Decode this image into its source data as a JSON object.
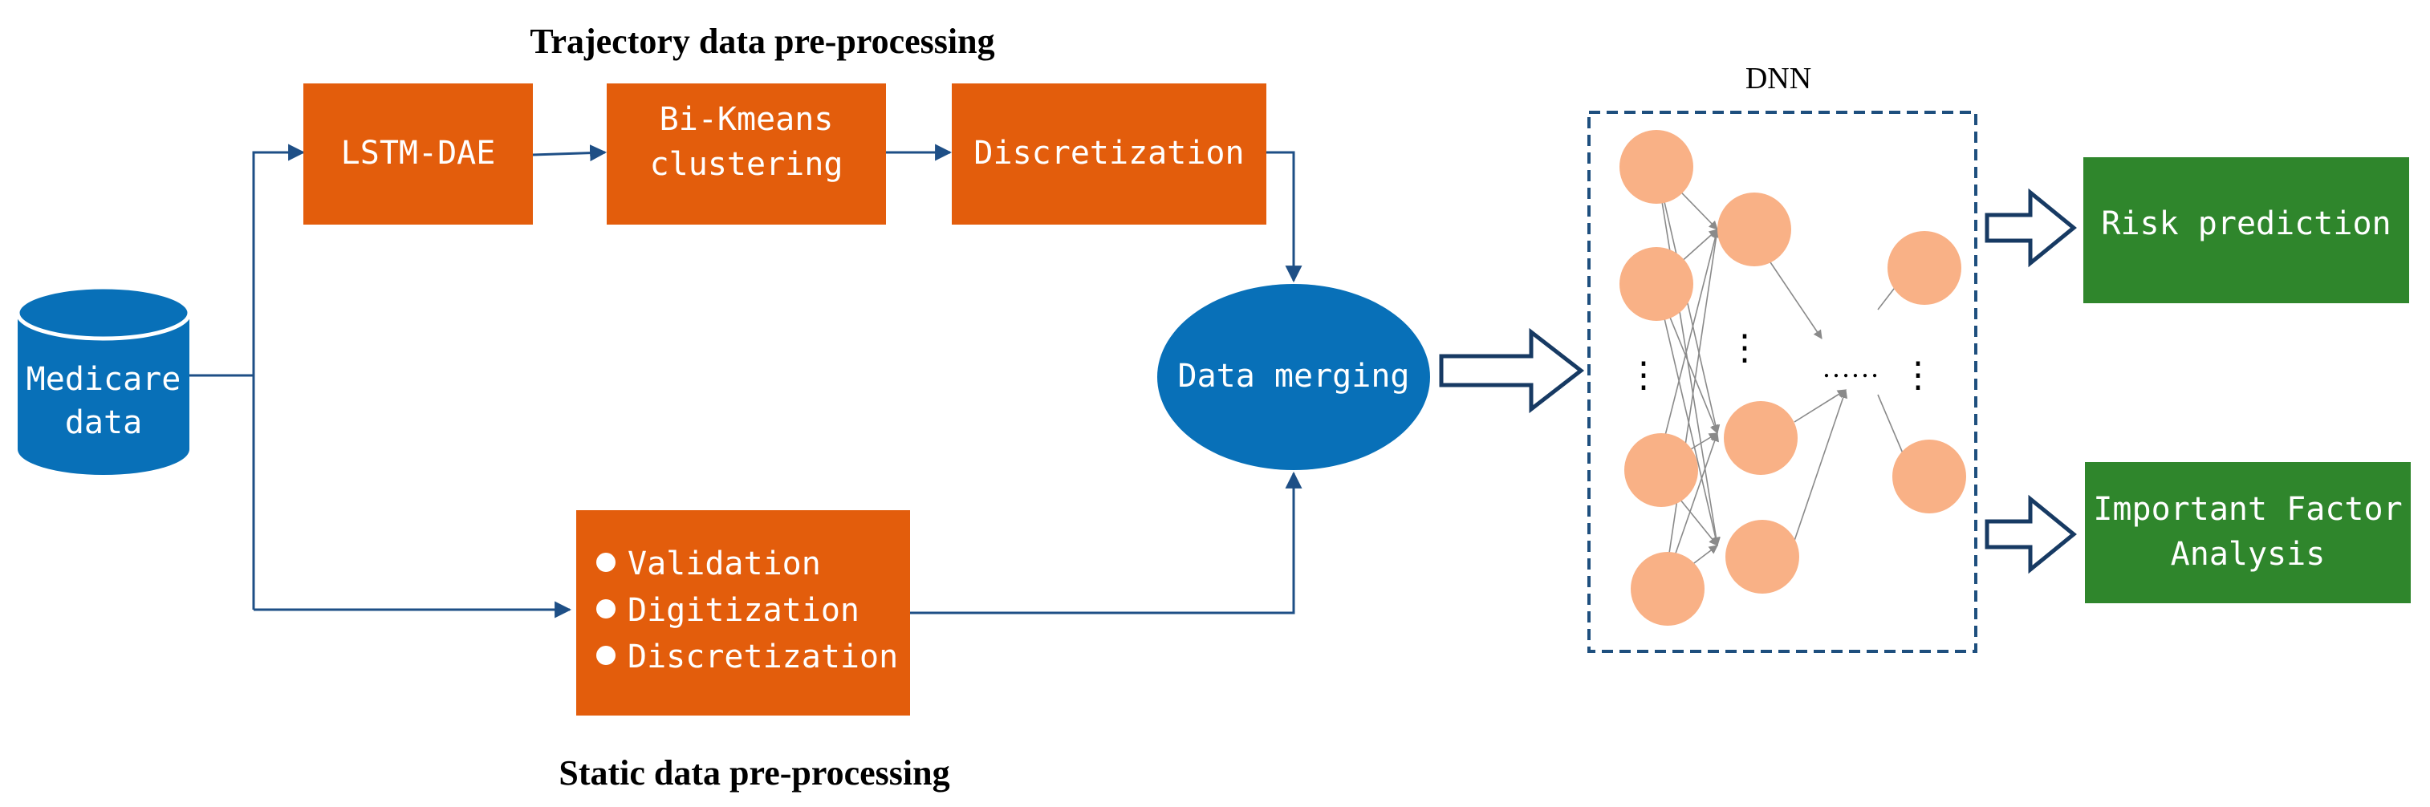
{
  "titles": {
    "trajectory": "Trajectory data pre-processing",
    "static": "Static data pre-processing",
    "dnn": "DNN"
  },
  "source": {
    "line1": "Medicare",
    "line2": "data"
  },
  "trajectory_steps": {
    "lstm": "LSTM-DAE",
    "bikmeans_line1": "Bi-Kmeans",
    "bikmeans_line2": "clustering",
    "discretization": "Discretization"
  },
  "static_steps": [
    "Validation",
    "Digitization",
    "Discretization"
  ],
  "merge": "Data merging",
  "dnn_marks": {
    "ellipsis_h": "……",
    "ellipsis_v": "⋮"
  },
  "outputs": {
    "risk": "Risk prediction",
    "factor_line1": "Important Factor",
    "factor_line2": "Analysis"
  },
  "colors": {
    "process_box": "#e35d0c",
    "database": "#0870b8",
    "merge": "#0870b8",
    "output_box": "#2f862c",
    "connector": "#1e4f86",
    "dnn_border": "#1e4f7e",
    "neuron": "#f9b186",
    "hollow_arrow": "#173a63"
  }
}
